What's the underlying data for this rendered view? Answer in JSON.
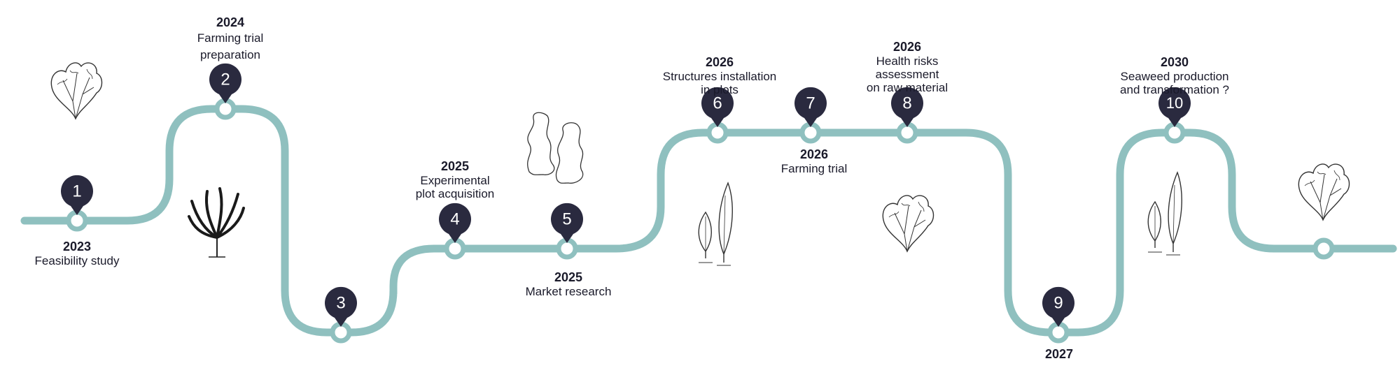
{
  "title": "",
  "colors": {
    "path": "#8fc0bf",
    "pin": "#2a2a3f",
    "pin_text": "#ffffff",
    "illustration": "#333333"
  },
  "milestones": [
    {
      "number": "1",
      "year": "2023",
      "text": "Feasibility study"
    },
    {
      "number": "2",
      "year": "2024",
      "text": "Farming trial\npreparation"
    },
    {
      "number": "3",
      "year": "",
      "text": ""
    },
    {
      "number": "4",
      "year": "2025",
      "text": "Experimental\nplot acquisition"
    },
    {
      "number": "5",
      "year": "2025",
      "text": "Market research"
    },
    {
      "number": "6",
      "year": "2026",
      "text": "Structures installation\nin plots"
    },
    {
      "number": "7",
      "year": "2026",
      "text": "Farming trial"
    },
    {
      "number": "8",
      "year": "2026",
      "text": "Health risks\nassessment\non raw material"
    },
    {
      "number": "9",
      "year": "2027",
      "text": ""
    },
    {
      "number": "10",
      "year": "2030",
      "text": "Seaweed production\nand transformation ?"
    }
  ],
  "illustrations": [
    "fan-seaweed-icon",
    "bushy-seaweed-icon",
    "curly-seaweed-icon",
    "kelp-pair-icon",
    "fan-seaweed-icon",
    "kelp-pair-icon",
    "fan-seaweed-icon"
  ]
}
